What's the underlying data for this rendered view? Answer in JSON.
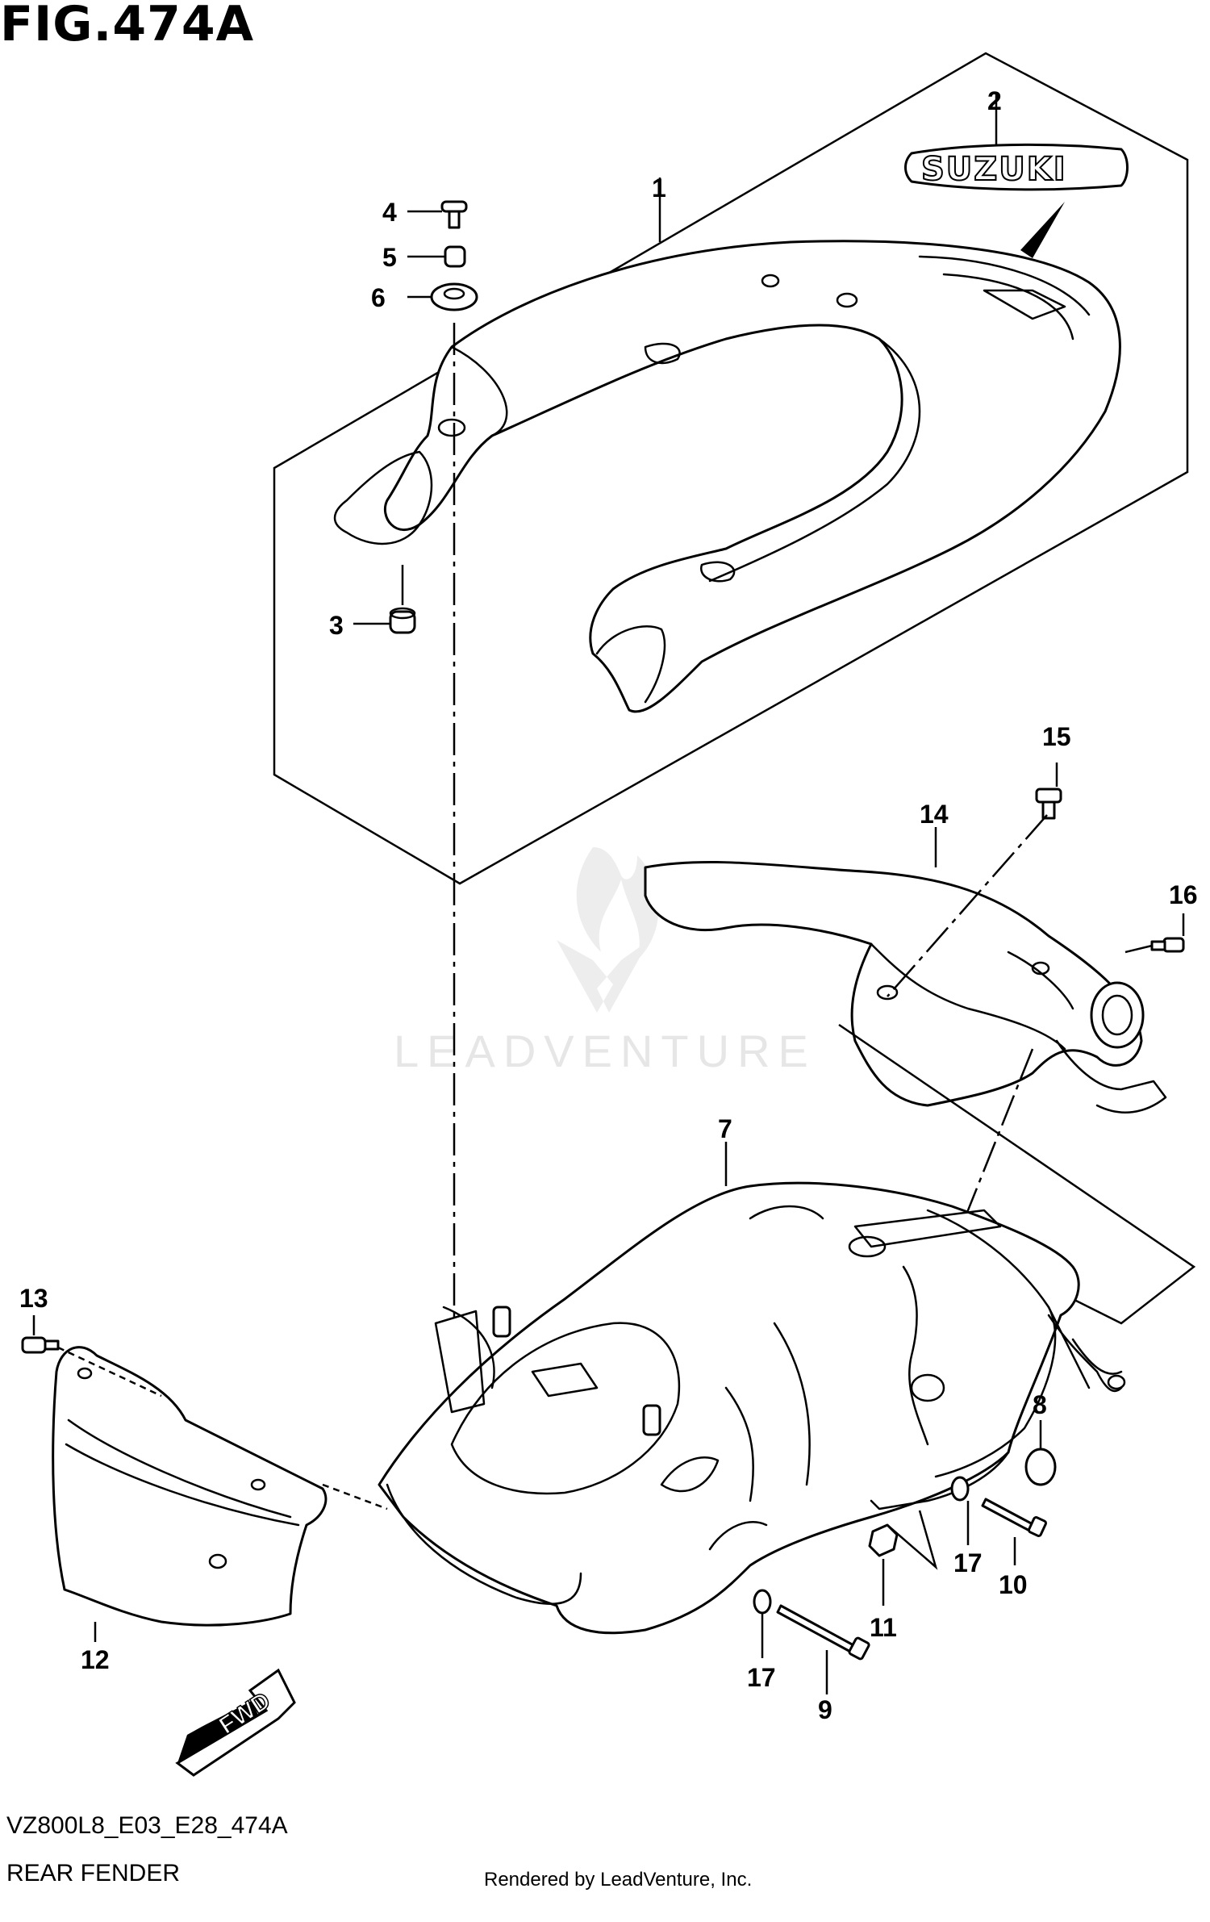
{
  "figure": {
    "title": "FIG.474A",
    "code": "VZ800L8_E03_E28_474A",
    "name": "REAR FENDER"
  },
  "credit": "Rendered by LeadVenture, Inc.",
  "watermark": "LEADVENTURE",
  "emblem_text": "SUZUKI",
  "direction_label": "FWD",
  "callouts": [
    "1",
    "2",
    "3",
    "4",
    "5",
    "6",
    "7",
    "8",
    "9",
    "10",
    "11",
    "12",
    "13",
    "14",
    "15",
    "16",
    "17",
    "17"
  ]
}
